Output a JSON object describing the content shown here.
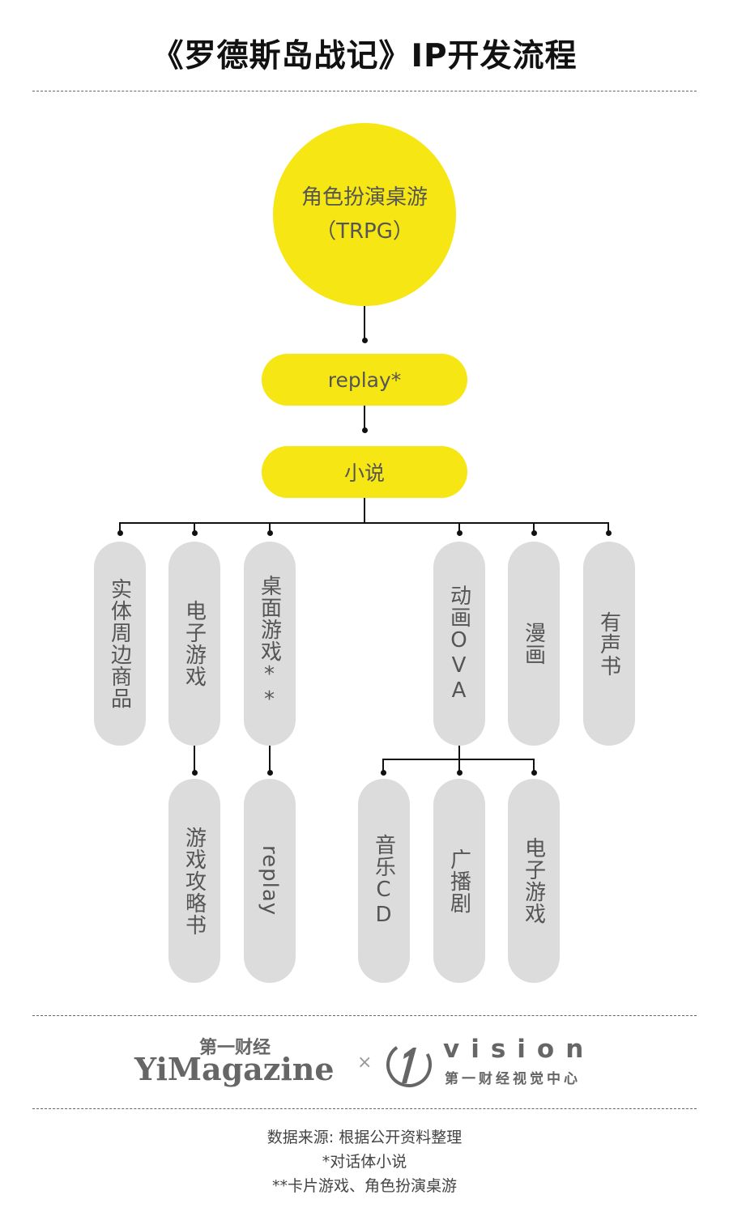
{
  "title": "《罗德斯岛战记》IP开发流程",
  "root": {
    "line1": "角色扮演桌游",
    "line2": "（TRPG）"
  },
  "level1": "replay*",
  "level2": "小说",
  "branches": {
    "merch": "实体周边商品",
    "video_game": "电子游戏",
    "board_game": "桌面游戏**",
    "anime_ova": "动画OVA",
    "manga": "漫画",
    "audiobook": "有声书",
    "strategy_guide": "游戏攻略书",
    "replay2": "replay",
    "music_cd": "音乐CD",
    "radio_drama": "广播剧",
    "video_game2": "电子游戏"
  },
  "footer": {
    "brand_cn": "第一财经",
    "brand_en": "YiMagazine",
    "cross": "×",
    "vision_en": "vision",
    "vision_cn": "第一财经视觉中心"
  },
  "notes": {
    "source": "数据来源: 根据公开资料整理",
    "note1": "*对话体小说",
    "note2": "**卡片游戏、角色扮演桌游"
  },
  "colors": {
    "yellow": "#f5e614",
    "gray": "#dcdcdc",
    "line": "#111111"
  }
}
